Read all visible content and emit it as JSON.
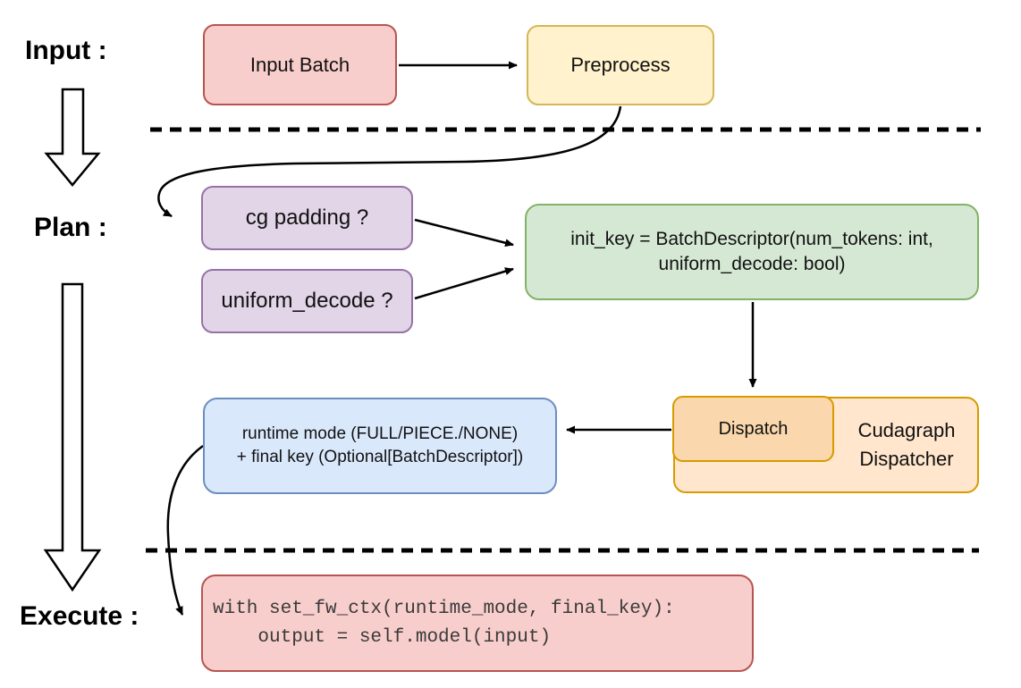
{
  "labels": {
    "input": "Input :",
    "plan": "Plan :",
    "execute": "Execute :"
  },
  "nodes": {
    "input_batch": {
      "label": "Input Batch"
    },
    "preprocess": {
      "label": "Preprocess"
    },
    "cg_padding": {
      "label": "cg padding ?"
    },
    "uniform_decode": {
      "label": "uniform_decode ?"
    },
    "init_key": {
      "line1": "init_key = BatchDescriptor(num_tokens: int,",
      "line2": "uniform_decode: bool)"
    },
    "runtime_mode": {
      "line1": "runtime mode (FULL/PIECE./NONE)",
      "line2": "+ final key (Optional[BatchDescriptor])"
    },
    "dispatch": {
      "label": "Dispatch"
    },
    "cudagraph_dispatcher": {
      "line1": "Cudagraph",
      "line2": "Dispatcher"
    },
    "execute_code": {
      "line1": "with set_fw_ctx(runtime_mode, final_key):",
      "line2": "    output = self.model(input)"
    }
  },
  "palette": {
    "red_fill": "#f8cecc",
    "red_stroke": "#b85450",
    "yellow_fill": "#fff2cc",
    "yellow_stroke": "#d6b656",
    "purple_fill": "#e1d5e7",
    "purple_stroke": "#9673a6",
    "green_fill": "#d5e8d4",
    "green_stroke": "#82b366",
    "blue_fill": "#dae8fc",
    "blue_stroke": "#6c8ebf",
    "orange_outer_fill": "#ffe6cc",
    "orange_inner_fill": "#fad7ac",
    "orange_stroke": "#d79b00",
    "connector": "#000000",
    "block_arrow_fill": "#ffffff"
  }
}
